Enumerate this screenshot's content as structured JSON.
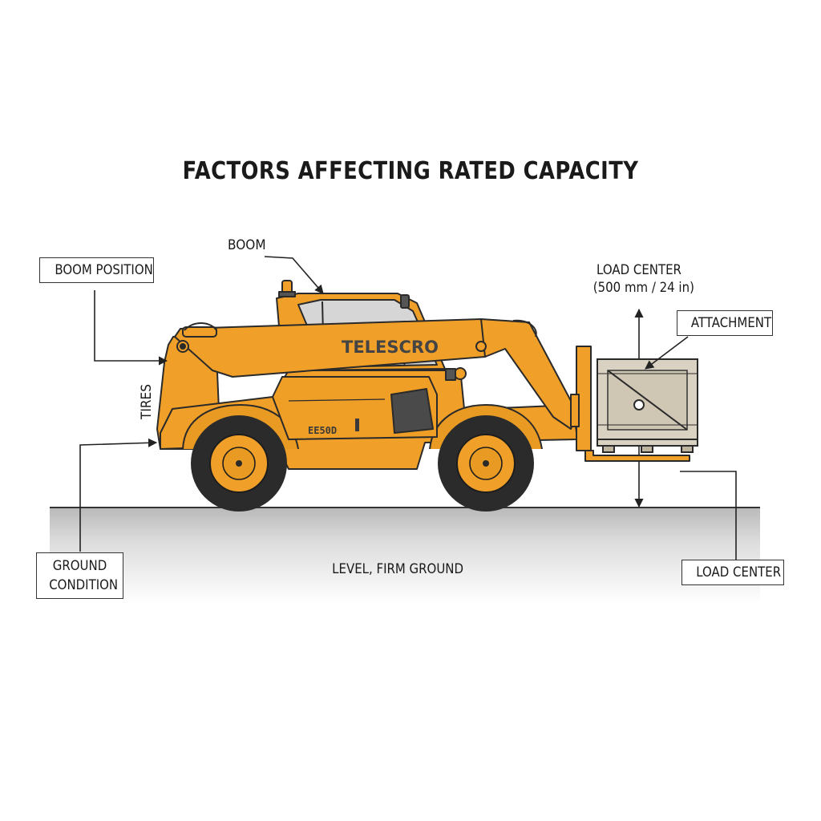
{
  "title": "FACTORS AFFECTING RATED CAPACITY",
  "labels": {
    "boom": "BOOM",
    "boom_position": "BOOM POSITION",
    "load_center_top_line1": "LOAD CENTER",
    "load_center_top_line2": "(500 mm / 24 in)",
    "attachment": "ATTACHMENT",
    "tires": "TIRES",
    "ground_condition_line1": "GROUND",
    "ground_condition_line2": "CONDITION",
    "ground_caption": "LEVEL, FIRM GROUND",
    "load_center_bottom": "LOAD CENTER"
  },
  "machine": {
    "brand_text": "TELESCRO",
    "model_text": "EE50D"
  },
  "colors": {
    "body": "#f0a028",
    "body_dark": "#d98a17",
    "outline": "#2a2a2a",
    "tire": "#2b2b2b",
    "window": "#d8d8d8",
    "crate": "#d9d1c1",
    "ground": "#c8c8c8"
  }
}
